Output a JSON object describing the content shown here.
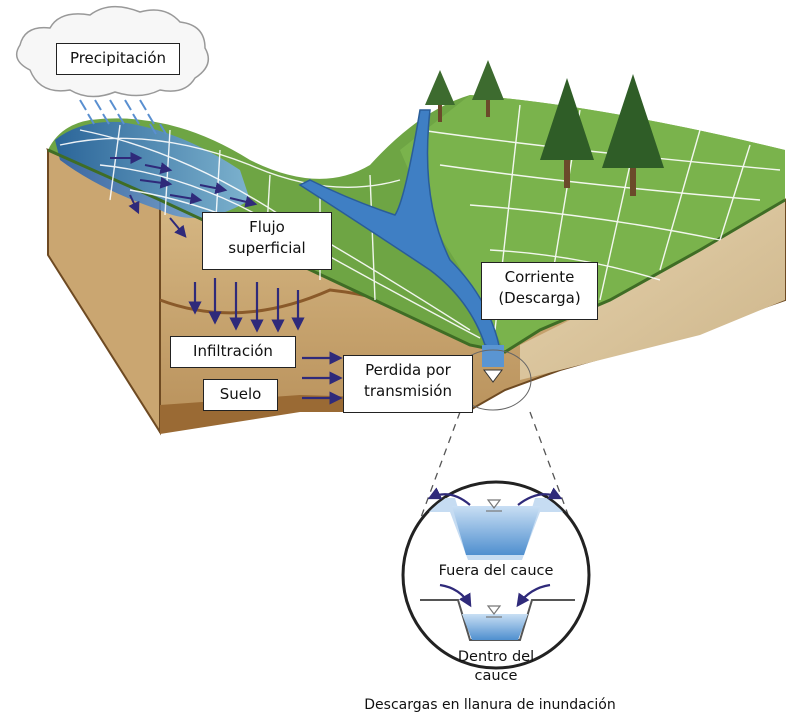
{
  "labels": {
    "precipitation": "Precipitación",
    "surface_flow": "Flujo\nsuperficial",
    "stream": "Corriente\n(Descarga)",
    "infiltration": "Infiltración",
    "soil": "Suelo",
    "transmission_loss": "Perdida por\ntransmisión",
    "out_of_channel": "Fuera del cauce",
    "in_channel": "Dentro del\ncauce",
    "caption": "Descargas en llanura de inundación"
  },
  "colors": {
    "grass": "#5f9a3a",
    "grass_light": "#7db54e",
    "soil_face": "#c9a772",
    "soil_dark": "#8a5a2a",
    "water": "#4a86c5",
    "water_light": "#a9c9ec",
    "arrow": "#2f2a7a",
    "tree": "#3d6b2f"
  }
}
